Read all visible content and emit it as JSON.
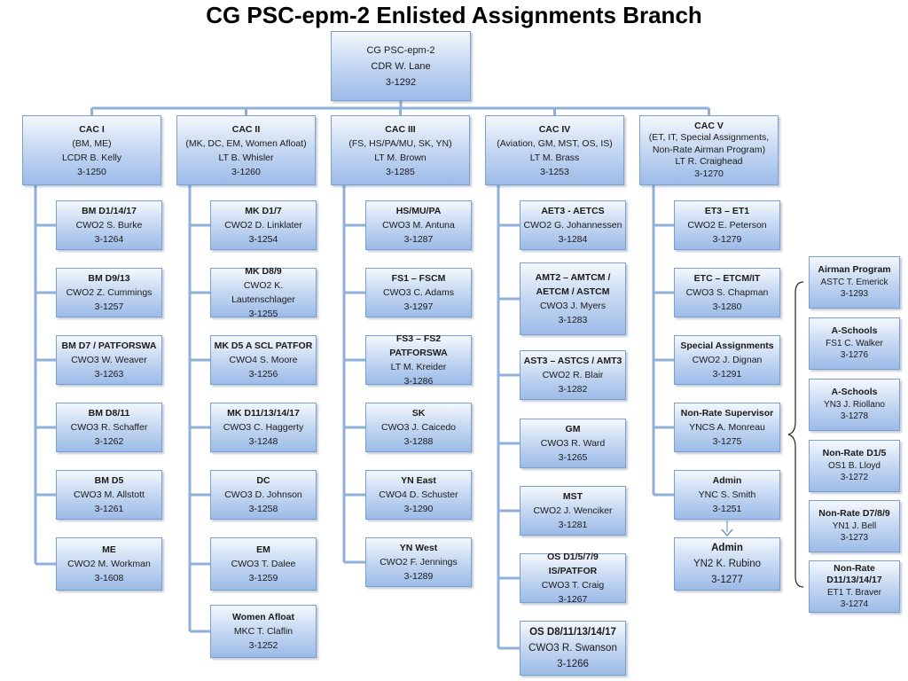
{
  "title": "CG PSC-epm-2 Enlisted Assignments Branch",
  "root": {
    "title": "CG PSC-epm-2",
    "name": "CDR W. Lane",
    "phone": "3-1292"
  },
  "columns": [
    {
      "head": {
        "title": "CAC I",
        "desc": "(BM,  ME)",
        "name": "LCDR B. Kelly",
        "phone": "3-1250"
      },
      "items": [
        {
          "title": "BM D1/14/17",
          "name": "CWO2    S. Burke",
          "phone": "3-1264"
        },
        {
          "title": "BM D9/13",
          "name": "CWO2 Z. Cummings",
          "phone": "3-1257"
        },
        {
          "title": "BM D7 / PATFORSWA",
          "name": "CWO3 W. Weaver",
          "phone": "3-1263"
        },
        {
          "title": "BM D8/11",
          "name": "CWO3 R. Schaffer",
          "phone": "3-1262"
        },
        {
          "title": "BM D5",
          "name": "CWO3 M. Allstott",
          "phone": "3-1261"
        },
        {
          "title": "ME",
          "name": "CWO2 M. Workman",
          "phone": "3-1608"
        }
      ]
    },
    {
      "head": {
        "title": "CAC II",
        "desc": "(MK, DC, EM, Women Afloat)",
        "name": "LT B. Whisler",
        "phone": "3-1260"
      },
      "items": [
        {
          "title": "MK D1/7",
          "name": "CWO2 D. Linklater",
          "phone": "3-1254"
        },
        {
          "title": "MK D8/9",
          "name": "CWO2 K. Lautenschlager",
          "phone": "3-1255"
        },
        {
          "title": "MK D5 A SCL PATFOR",
          "name": "CWO4 S. Moore",
          "phone": "3-1256"
        },
        {
          "title": "MK D11/13/14/17",
          "name": "CWO3 C. Haggerty",
          "phone": "3-1248"
        },
        {
          "title": "DC",
          "name": "CWO3 D. Johnson",
          "phone": "3-1258"
        },
        {
          "title": "EM",
          "name": "CWO3 T. Dalee",
          "phone": "3-1259"
        },
        {
          "title": "Women Afloat",
          "name": "MKC T. Claflin",
          "phone": "3-1252"
        }
      ]
    },
    {
      "head": {
        "title": "CAC III",
        "desc": "(FS, HS/PA/MU, SK, YN)",
        "name": "LT M. Brown",
        "phone": "3-1285"
      },
      "items": [
        {
          "title": "HS/MU/PA",
          "name": "CWO3 M. Antuna",
          "phone": "3-1287"
        },
        {
          "title": "FS1 – FSCM",
          "name": "CWO3 C. Adams",
          "phone": "3-1297"
        },
        {
          "title": "FS3 – FS2 PATFORSWA",
          "name": "LT M. Kreider",
          "phone": "3-1286"
        },
        {
          "title": "SK",
          "name": "CWO3 J. Caicedo",
          "phone": "3-1288"
        },
        {
          "title": "YN East",
          "name": "CWO4 D. Schuster",
          "phone": "3-1290"
        },
        {
          "title": "YN West",
          "name": "CWO2 F. Jennings",
          "phone": "3-1289"
        }
      ]
    },
    {
      "head": {
        "title": "CAC IV",
        "desc": "(Aviation, GM, MST, OS, IS)",
        "name": "LT M. Brass",
        "phone": "3-1253"
      },
      "items": [
        {
          "title": "AET3 - AETCS",
          "name": "CWO2 G.  Johannessen",
          "phone": "3-1284"
        },
        {
          "title": "AMT2 – AMTCM / AETCM / ASTCM",
          "name": "CWO3 J. Myers",
          "phone": "3-1283"
        },
        {
          "title": "AST3 – ASTCS / AMT3",
          "name": "CWO2 R. Blair",
          "phone": "3-1282"
        },
        {
          "title": "GM",
          "name": "CWO3 R. Ward",
          "phone": "3-1265"
        },
        {
          "title": "MST",
          "name": "CWO2 J. Wenciker",
          "phone": "3-1281"
        },
        {
          "title": "OS D1/5/7/9 IS/PATFOR",
          "name": "CWO3 T. Craig",
          "phone": "3-1267"
        },
        {
          "title": "OS D8/11/13/14/17",
          "name": "CWO3 R. Swanson",
          "phone": "3-1266"
        }
      ]
    },
    {
      "head": {
        "title": "CAC V",
        "desc": "(ET, IT, Special Assignments, Non-Rate Airman Program)",
        "name": "LT  R. Craighead",
        "phone": "3-1270"
      },
      "items": [
        {
          "title": "ET3 – ET1",
          "name": "CWO2 E. Peterson",
          "phone": "3-1279"
        },
        {
          "title": "ETC – ETCM/IT",
          "name": "CWO3 S. Chapman",
          "phone": "3-1280"
        },
        {
          "title": "Special Assignments",
          "name": "CWO2 J. Dignan",
          "phone": "3-1291"
        },
        {
          "title": "Non-Rate Supervisor",
          "name": "YNCS A. Monreau",
          "phone": "3-1275"
        },
        {
          "title": "Admin",
          "name": "YNC S. Smith",
          "phone": "3-1251"
        },
        {
          "title": "Admin",
          "name": "YN2 K. Rubino",
          "phone": "3-1277"
        }
      ]
    }
  ],
  "side": [
    {
      "title": "Airman Program",
      "name": "ASTC T. Emerick",
      "phone": "3-1293"
    },
    {
      "title": "A-Schools",
      "name": "FS1 C. Walker",
      "phone": "3-1276"
    },
    {
      "title": "A-Schools",
      "name": "YN3 J. Riollano",
      "phone": "3-1278"
    },
    {
      "title": "Non-Rate D1/5",
      "name": "OS1 B. Lloyd",
      "phone": "3-1272"
    },
    {
      "title": "Non-Rate D7/8/9",
      "name": "YN1 J. Bell",
      "phone": "3-1273"
    },
    {
      "title": "Non-Rate D11/13/14/17",
      "name": "ET1 T. Braver",
      "phone": "3-1274"
    }
  ]
}
